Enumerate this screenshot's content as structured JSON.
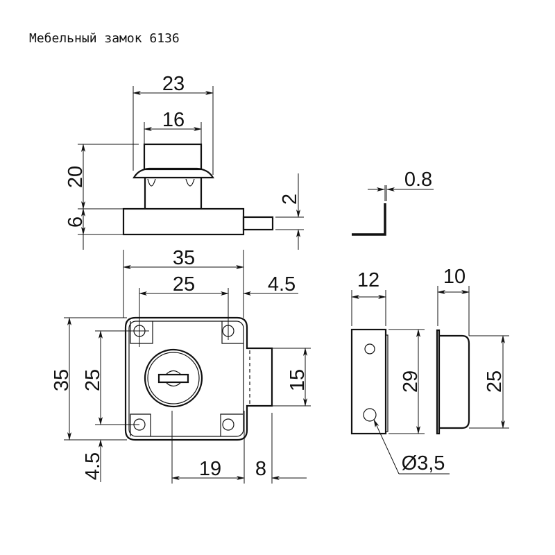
{
  "title": "Мебельный замок 6136",
  "top_view": {
    "width_flange": "23",
    "width_knob": "16",
    "height_knob": "20",
    "height_body": "6",
    "bolt_thickness": "2"
  },
  "front_view": {
    "body_width": "35",
    "hole_spacing_x": "25",
    "bolt_offset": "4.5",
    "body_height": "35",
    "hole_spacing_y": "25",
    "hole_offset_y": "4.5",
    "bolt_height": "15",
    "key_to_edge": "19",
    "bolt_throw": "8"
  },
  "strike_profile": {
    "thickness": "0.8"
  },
  "strike_plate": {
    "width": "12",
    "height": "29",
    "hole_diameter": "Ø3,5"
  },
  "strike_box": {
    "depth": "10",
    "height": "25"
  },
  "colors": {
    "line": "#111111",
    "background": "#ffffff"
  }
}
